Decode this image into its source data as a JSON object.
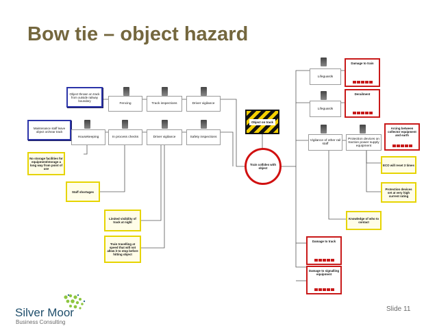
{
  "title": "Bow tie – object hazard",
  "hazard": "Object on track",
  "top_event": "Train collides with object",
  "threats": [
    "Object thrown on track from outside railway boundary",
    "Maintenance staff leave object on/near track"
  ],
  "threat1_barriers": [
    "Fencing",
    "Track inspections",
    "Driver vigilance"
  ],
  "threat2_barriers": [
    "Housekeeping",
    "In process checks",
    "Driver vigilance",
    "Safety inspections"
  ],
  "escalation_factors": [
    "No storage facilities for equipment/storage a long way from point of use",
    "Staff shortages",
    "Limited visibility of track at night",
    "Train travelling at speed that will not allow it to stop before hitting object"
  ],
  "consequence_barriers": [
    "Lifeguards",
    "Lifeguards",
    "Vigilance of other rail staff",
    "Protection devices on traction power supply equipment"
  ],
  "consequences": [
    "Damage to train",
    "Derailment",
    "Arcing between collector equipment and earth",
    "Damage to track",
    "Damage to signalling equipment"
  ],
  "consequence_escalation": [
    "ECO will reset 3 times",
    "Protection devices set at very high current rating",
    "Knowledge of who to contact"
  ],
  "footer": {
    "logo_name": "Silver Moor",
    "logo_sub": "Business Consulting",
    "slide": "Slide 11"
  },
  "colors": {
    "title": "#74673e",
    "threat_border": "#2a33a8",
    "escalation_border": "#e6d400",
    "consequence_border": "#c81818",
    "logo_green": "#8dc63f"
  }
}
